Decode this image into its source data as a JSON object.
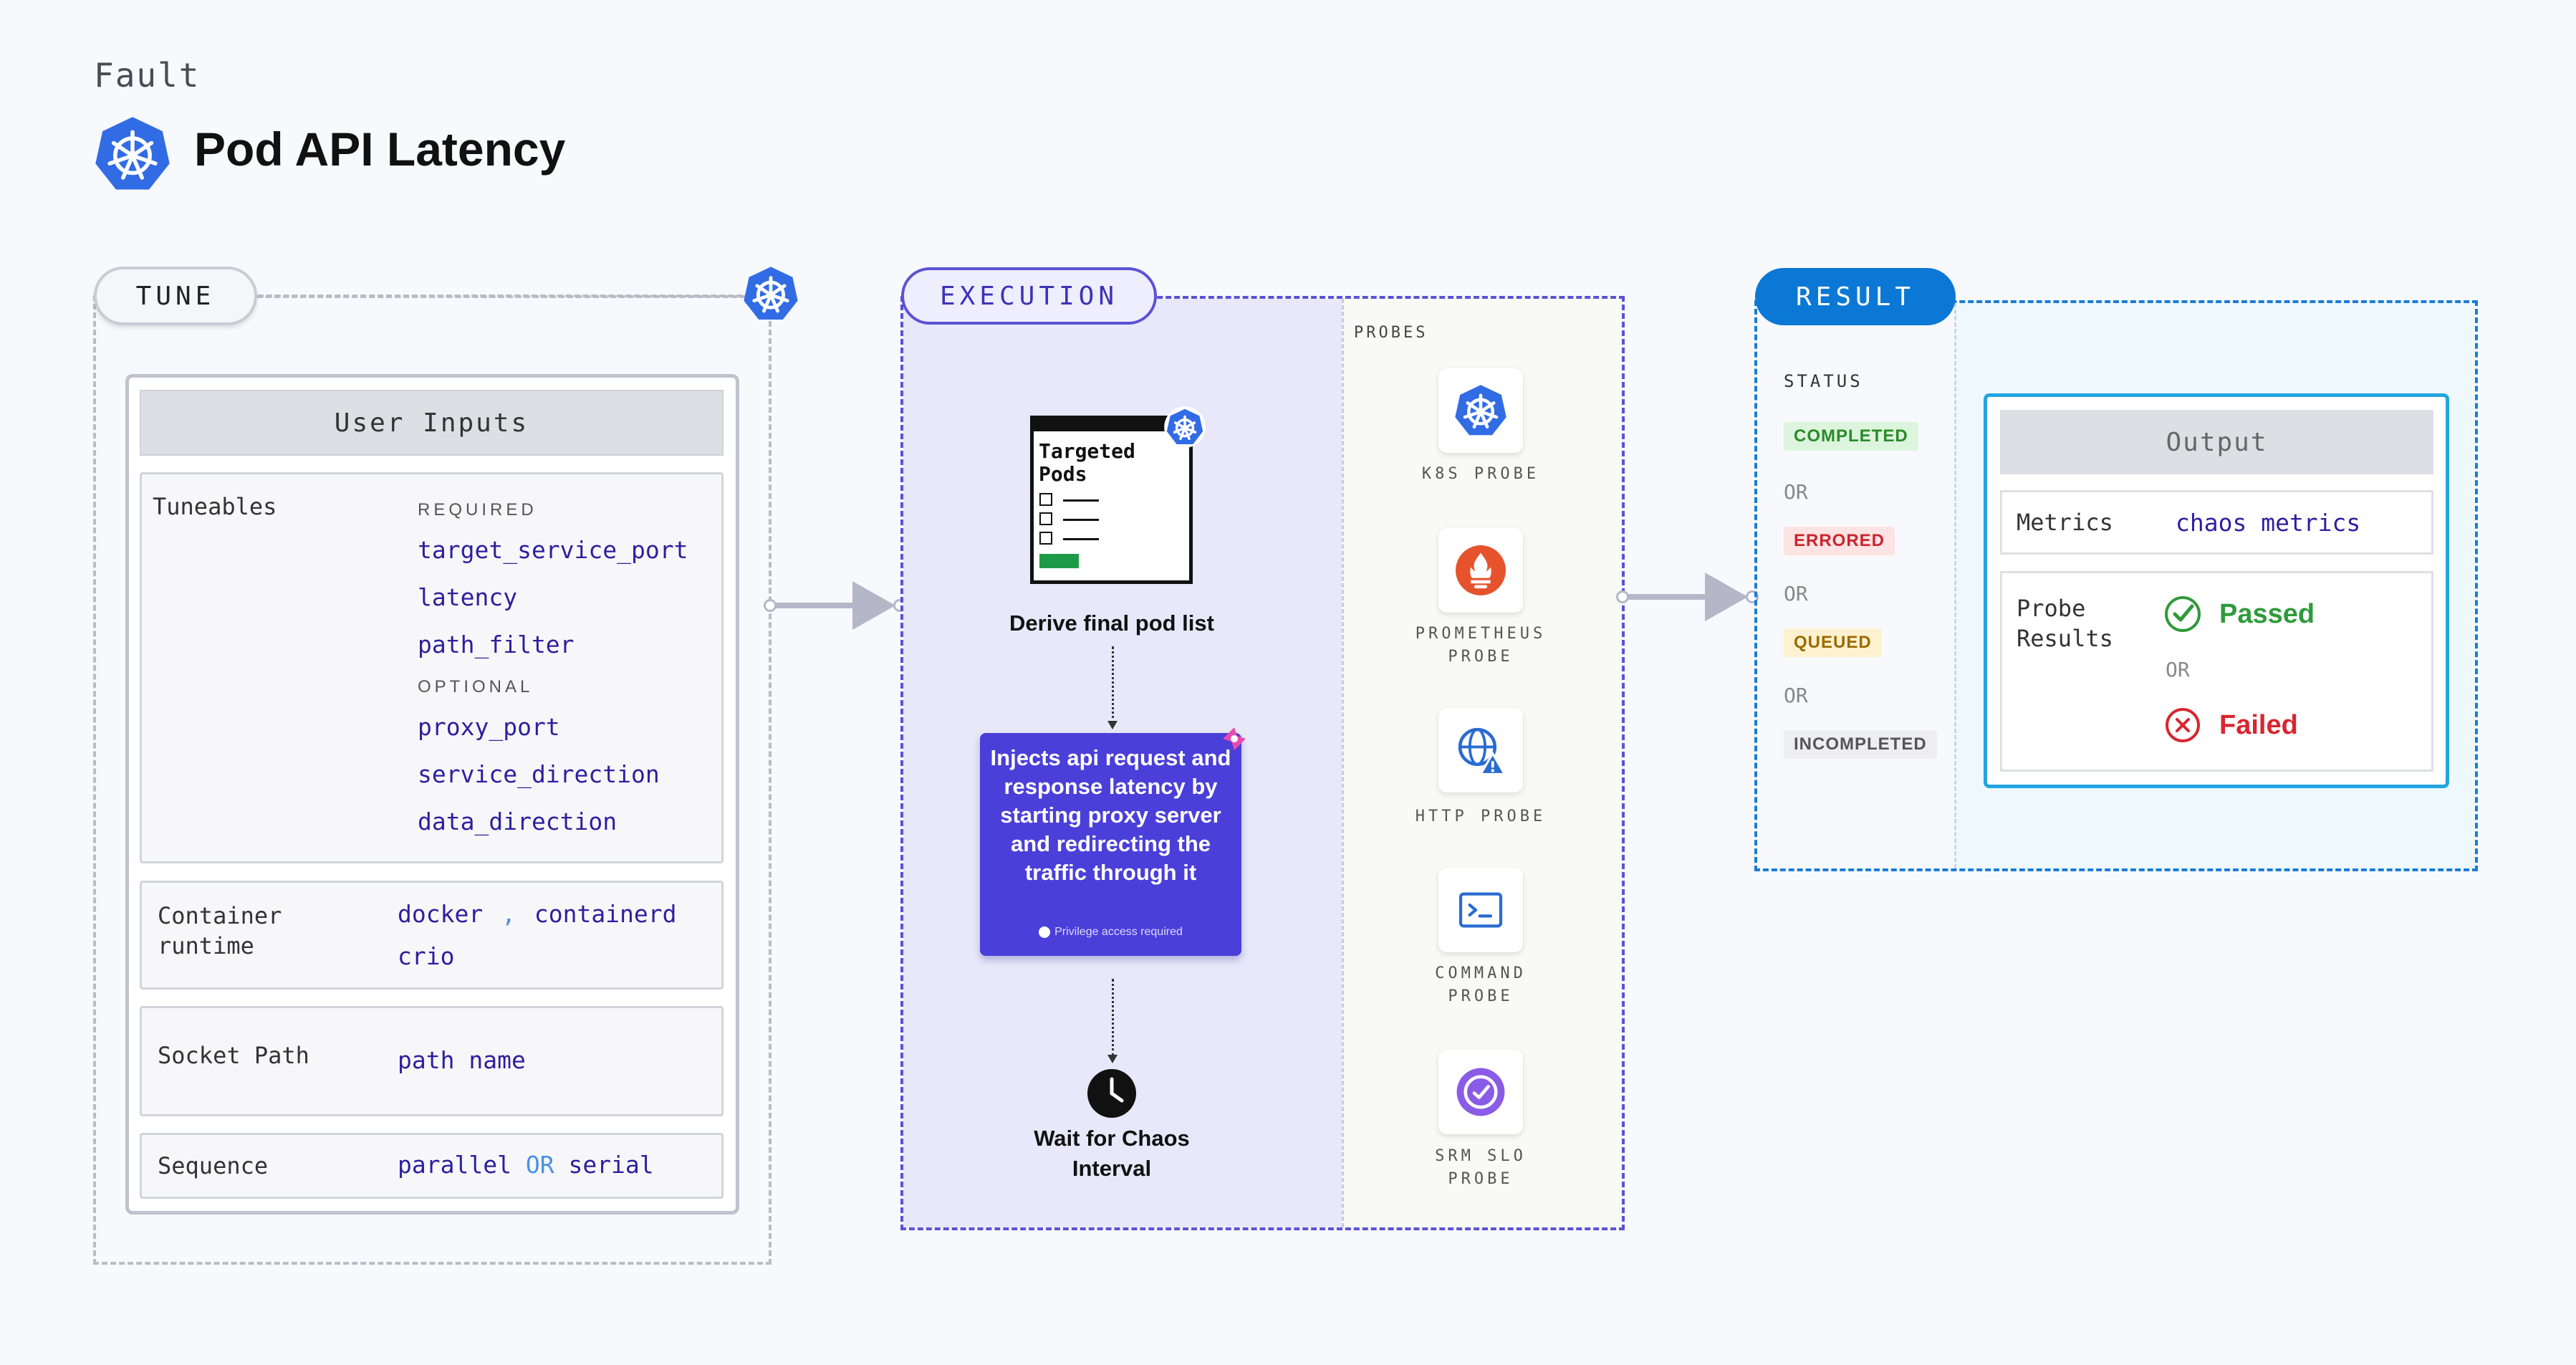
{
  "header": {
    "kicker": "Fault",
    "title": "Pod API Latency"
  },
  "tune": {
    "pill": "TUNE",
    "inputs_title": "User Inputs",
    "tuneables": {
      "label": "Tuneables",
      "required_label": "REQUIRED",
      "required": [
        "target_service_port",
        "latency",
        "path_filter"
      ],
      "optional_label": "OPTIONAL",
      "optional": [
        "proxy_port",
        "service_direction",
        "data_direction"
      ]
    },
    "container_runtime": {
      "label_line1": "Container",
      "label_line2": "runtime",
      "v1": "docker",
      "sep": ",",
      "v2": "containerd",
      "v3": "crio"
    },
    "socket_path": {
      "label": "Socket Path",
      "value": "path name"
    },
    "sequence": {
      "label": "Sequence",
      "v1": "parallel",
      "or": "OR",
      "v2": "serial"
    }
  },
  "execution": {
    "pill": "EXECUTION",
    "pod_card_line1": "Targeted",
    "pod_card_line2": "Pods",
    "derive": "Derive final pod list",
    "inject": "Injects api request and response latency by starting proxy server and redirecting the traffic through it",
    "privilege": "Privilege access required",
    "wait_line1": "Wait for Chaos",
    "wait_line2": "Interval",
    "probes_title": "PROBES",
    "probes": [
      {
        "line1": "K8S PROBE",
        "line2": "",
        "icon": "k8s-icon"
      },
      {
        "line1": "PROMETHEUS",
        "line2": "PROBE",
        "icon": "prometheus-icon"
      },
      {
        "line1": "HTTP PROBE",
        "line2": "",
        "icon": "http-globe-icon"
      },
      {
        "line1": "COMMAND",
        "line2": "PROBE",
        "icon": "terminal-icon"
      },
      {
        "line1": "SRM SLO",
        "line2": "PROBE",
        "icon": "srm-slo-icon"
      }
    ]
  },
  "result": {
    "pill": "RESULT",
    "status_title": "STATUS",
    "statuses": [
      "COMPLETED",
      "ERRORED",
      "QUEUED",
      "INCOMPLETED"
    ],
    "or": "OR",
    "output_title": "Output",
    "metrics_label": "Metrics",
    "metrics_value": "chaos metrics",
    "probe_results_line1": "Probe",
    "probe_results_line2": "Results",
    "passed": "Passed",
    "failed": "Failed"
  },
  "colors": {
    "k8s_blue": "#326ce5",
    "execution_purple": "#4a3fd9",
    "result_blue": "#0b78d6",
    "passed_green": "#2f9a3b",
    "failed_red": "#d8262f"
  }
}
